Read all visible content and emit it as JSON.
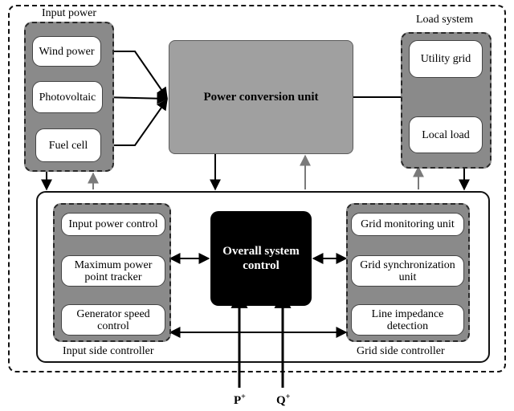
{
  "input_power": {
    "title": "Input power",
    "items": [
      "Wind power",
      "Photovoltaic",
      "Fuel cell"
    ]
  },
  "power_conversion_unit": {
    "label": "Power conversion unit"
  },
  "load_system": {
    "title": "Load system",
    "items": [
      "Utility grid",
      "Local load"
    ]
  },
  "overall_control": {
    "label": "Overall system control"
  },
  "input_side_controller": {
    "title": "Input side controller",
    "items": [
      "Input power control",
      "Maximum power point tracker",
      "Generator speed control"
    ]
  },
  "grid_side_controller": {
    "title": "Grid side controller",
    "items": [
      "Grid monitoring unit",
      "Grid synchronization unit",
      "Line impedance detection"
    ]
  },
  "references": {
    "p": {
      "symbol": "P",
      "sup": "+"
    },
    "q": {
      "symbol": "Q",
      "sup": "+"
    }
  }
}
